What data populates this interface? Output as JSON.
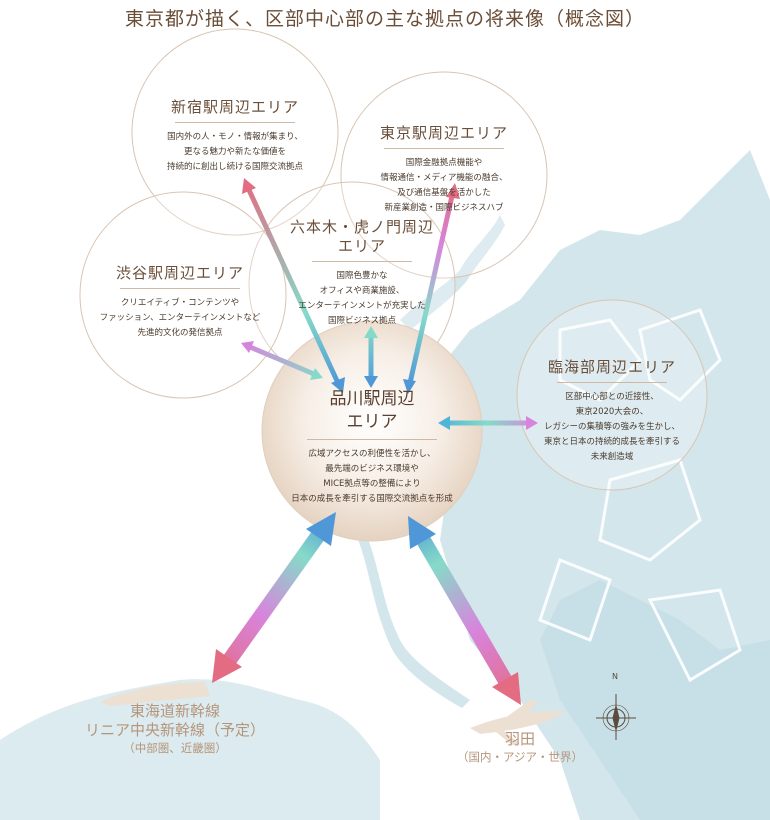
{
  "title": "東京都が描く、区部中心部の主な拠点の将来像（概念図）",
  "areas": {
    "shinjuku": {
      "name": "新宿駅周辺エリア",
      "desc": [
        "国内外の人・モノ・情報が集まり、",
        "更なる魅力や新たな価値を",
        "持続的に創出し続ける国際交流拠点"
      ]
    },
    "tokyo": {
      "name": "東京駅周辺エリア",
      "desc": [
        "国際金融拠点機能や",
        "情報通信・メディア機能の融合、",
        "及び通信基盤を活かした",
        "新産業創造・国際ビジネスハブ"
      ]
    },
    "roppongi": {
      "name_lines": [
        "六本木・虎ノ門周辺",
        "エリア"
      ],
      "desc": [
        "国際色豊かな",
        "オフィスや商業施設、",
        "エンターテインメントが充実した",
        "国際ビジネス拠点"
      ]
    },
    "shibuya": {
      "name": "渋谷駅周辺エリア",
      "desc": [
        "クリエイティブ・コンテンツや",
        "ファッション、エンターテインメントなど",
        "先進的文化の発信拠点"
      ]
    },
    "rinkai": {
      "name": "臨海部周辺エリア",
      "desc": [
        "区部中心部との近接性、",
        "東京2020大会の、",
        "レガシーの集積等の強みを生かし、",
        "東京と日本の持続的成長を牽引する",
        "未来創造域"
      ]
    },
    "shinagawa": {
      "name_lines": [
        "品川駅周辺",
        "エリア"
      ],
      "desc": [
        "広域アクセスの利便性を活かし、",
        "最先端のビジネス環境や",
        "MICE拠点等の整備により",
        "日本の成長を牽引する国際交流拠点を形成"
      ]
    }
  },
  "destinations": {
    "shinkansen": {
      "line1": "東海道新幹線",
      "line2": "リニア中央新幹線（予定）",
      "sub": "（中部圏、近畿圏）"
    },
    "haneda": {
      "line1": "羽田",
      "sub": "（国内・アジア・世界）"
    }
  },
  "compass": {
    "label": "N"
  },
  "colors": {
    "water": "#d3e6ec",
    "circle_line": "#d9c5b3",
    "arrow_pink": "#e36b82",
    "arrow_teal": "#86dac9",
    "arrow_violet": "#d884dc",
    "arrow_blue": "#4f97d6",
    "text_brown": "#6b4e38"
  }
}
